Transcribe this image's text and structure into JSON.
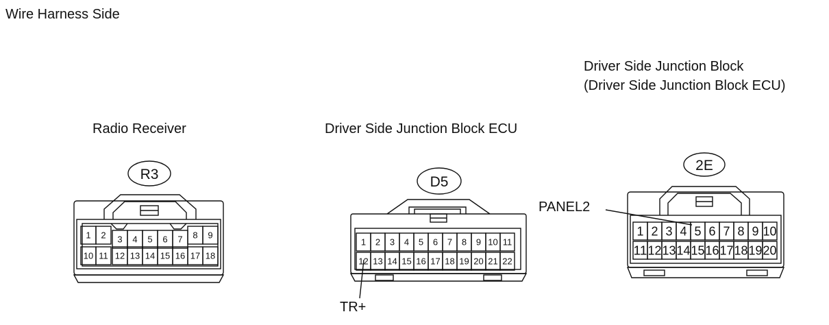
{
  "header": {
    "title": "Wire Harness Side"
  },
  "connectors": [
    {
      "name": "Radio Receiver",
      "code": "R3",
      "rows": [
        [
          "1",
          "2",
          "3",
          "4",
          "5",
          "6",
          "7",
          "8",
          "9"
        ],
        [
          "10",
          "11",
          "12",
          "13",
          "14",
          "15",
          "16",
          "17",
          "18"
        ]
      ]
    },
    {
      "name": "Driver Side Junction Block ECU",
      "code": "D5",
      "rows": [
        [
          "1",
          "2",
          "3",
          "4",
          "5",
          "6",
          "7",
          "8",
          "9",
          "10",
          "11"
        ],
        [
          "12",
          "13",
          "14",
          "15",
          "16",
          "17",
          "18",
          "19",
          "20",
          "21",
          "22"
        ]
      ]
    },
    {
      "name_lines": [
        "Driver Side Junction Block",
        "(Driver Side Junction Block ECU)"
      ],
      "code": "2E",
      "rows": [
        [
          "1",
          "2",
          "3",
          "4",
          "5",
          "6",
          "7",
          "8",
          "9",
          "10"
        ],
        [
          "11",
          "12",
          "13",
          "14",
          "15",
          "16",
          "17",
          "18",
          "19",
          "20"
        ]
      ]
    }
  ],
  "callouts": {
    "tr_plus": "TR+",
    "panel2": "PANEL2"
  }
}
